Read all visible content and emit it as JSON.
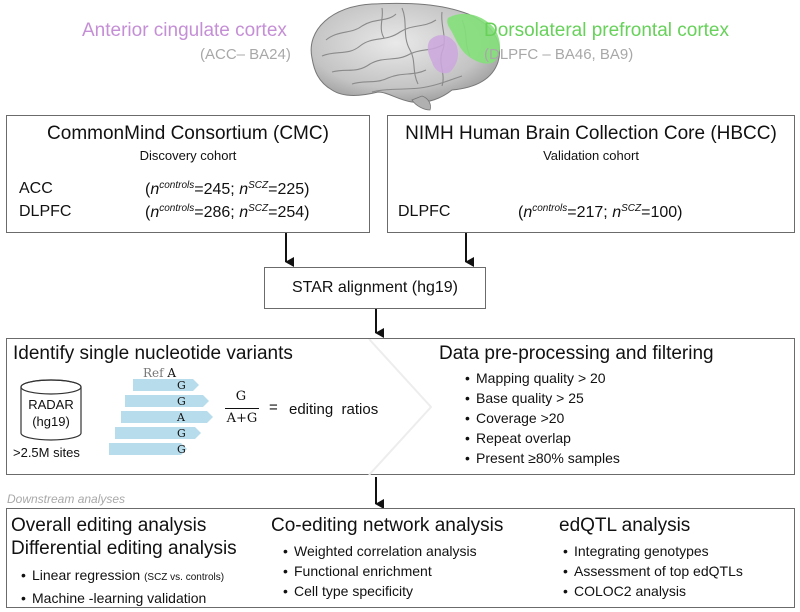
{
  "brain": {
    "left_title": "Anterior cingulate cortex",
    "left_sub": "(ACC– BA24)",
    "right_title": "Dorsolateral prefrontal cortex",
    "right_sub": "(DLPFC – BA46, BA9)"
  },
  "cmc": {
    "title": "CommonMind Consortium (CMC)",
    "subtitle": "Discovery cohort",
    "rows": [
      {
        "region": "ACC",
        "pre": "(",
        "n1": "n",
        "s1": "controls",
        "v1": "=245; ",
        "n2": "n",
        "s2": "SCZ",
        "v2": "=225)"
      },
      {
        "region": "DLPFC",
        "pre": "(",
        "n1": "n",
        "s1": "controls",
        "v1": "=286; ",
        "n2": "n",
        "s2": "SCZ",
        "v2": "=254)"
      }
    ]
  },
  "hbcc": {
    "title": "NIMH Human Brain Collection Core (HBCC)",
    "subtitle": "Validation cohort",
    "rows": [
      {
        "region": "DLPFC",
        "pre": "(",
        "n1": "n",
        "s1": "controls",
        "v1": "=217; ",
        "n2": "n",
        "s2": "SCZ",
        "v2": "=100)"
      }
    ]
  },
  "star": {
    "label": "STAR alignment (hg19)"
  },
  "snv": {
    "title": "Identify single nucleotide variants",
    "db_name": "RADAR",
    "db_build": "(hg19)",
    "db_sites": ">2.5M sites",
    "ref_label": "Ref",
    "ref_base": "A",
    "reads": [
      "G",
      "G",
      "A",
      "G",
      "G"
    ],
    "numerator": "G",
    "denominator": "A+G",
    "equals": "=",
    "result": "editing  ratios"
  },
  "preprocess": {
    "title": "Data pre-processing and filtering",
    "items": [
      "Mapping quality > 20",
      "Base quality > 25",
      "Coverage >20",
      "Repeat overlap",
      "Present ≥80% samples"
    ]
  },
  "downstream": {
    "label": "Downstream analyses",
    "col1_title1": "Overall editing analysis",
    "col1_title2": "Differential editing analysis",
    "col1_item1_main": "Linear regression",
    "col1_item1_note": "(SCZ vs. controls)",
    "col1_item2": "Machine -learning validation",
    "col2_title": "Co-editing network analysis",
    "col2_items": [
      "Weighted correlation analysis",
      "Functional enrichment",
      "Cell type specificity"
    ],
    "col3_title": "edQTL analysis",
    "col3_items": [
      "Integrating genotypes",
      "Assessment of top edQTLs",
      "COLOC2 analysis"
    ]
  },
  "colors": {
    "acc": "#c58fd6",
    "dlpfc": "#67d15a",
    "read_fill": "#b7dcec",
    "box_border": "#6b6b6b"
  }
}
